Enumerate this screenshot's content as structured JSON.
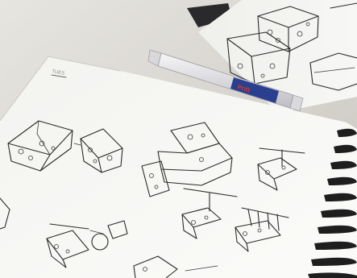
{
  "scene": {
    "description_tags": [
      "sketchbook",
      "cheese-block-sketches",
      "correction-pen",
      "spiral-binding"
    ],
    "page_mark": "TUES",
    "pen_brand": "Pritt",
    "colors": {
      "table": "#d9d6cf",
      "paper": "#f7f7f4",
      "ink": "#2b2b2b",
      "pen_body": "#e9e9ec",
      "pen_label": "#2b3f8f",
      "spiral": "#1e1e1e"
    }
  }
}
